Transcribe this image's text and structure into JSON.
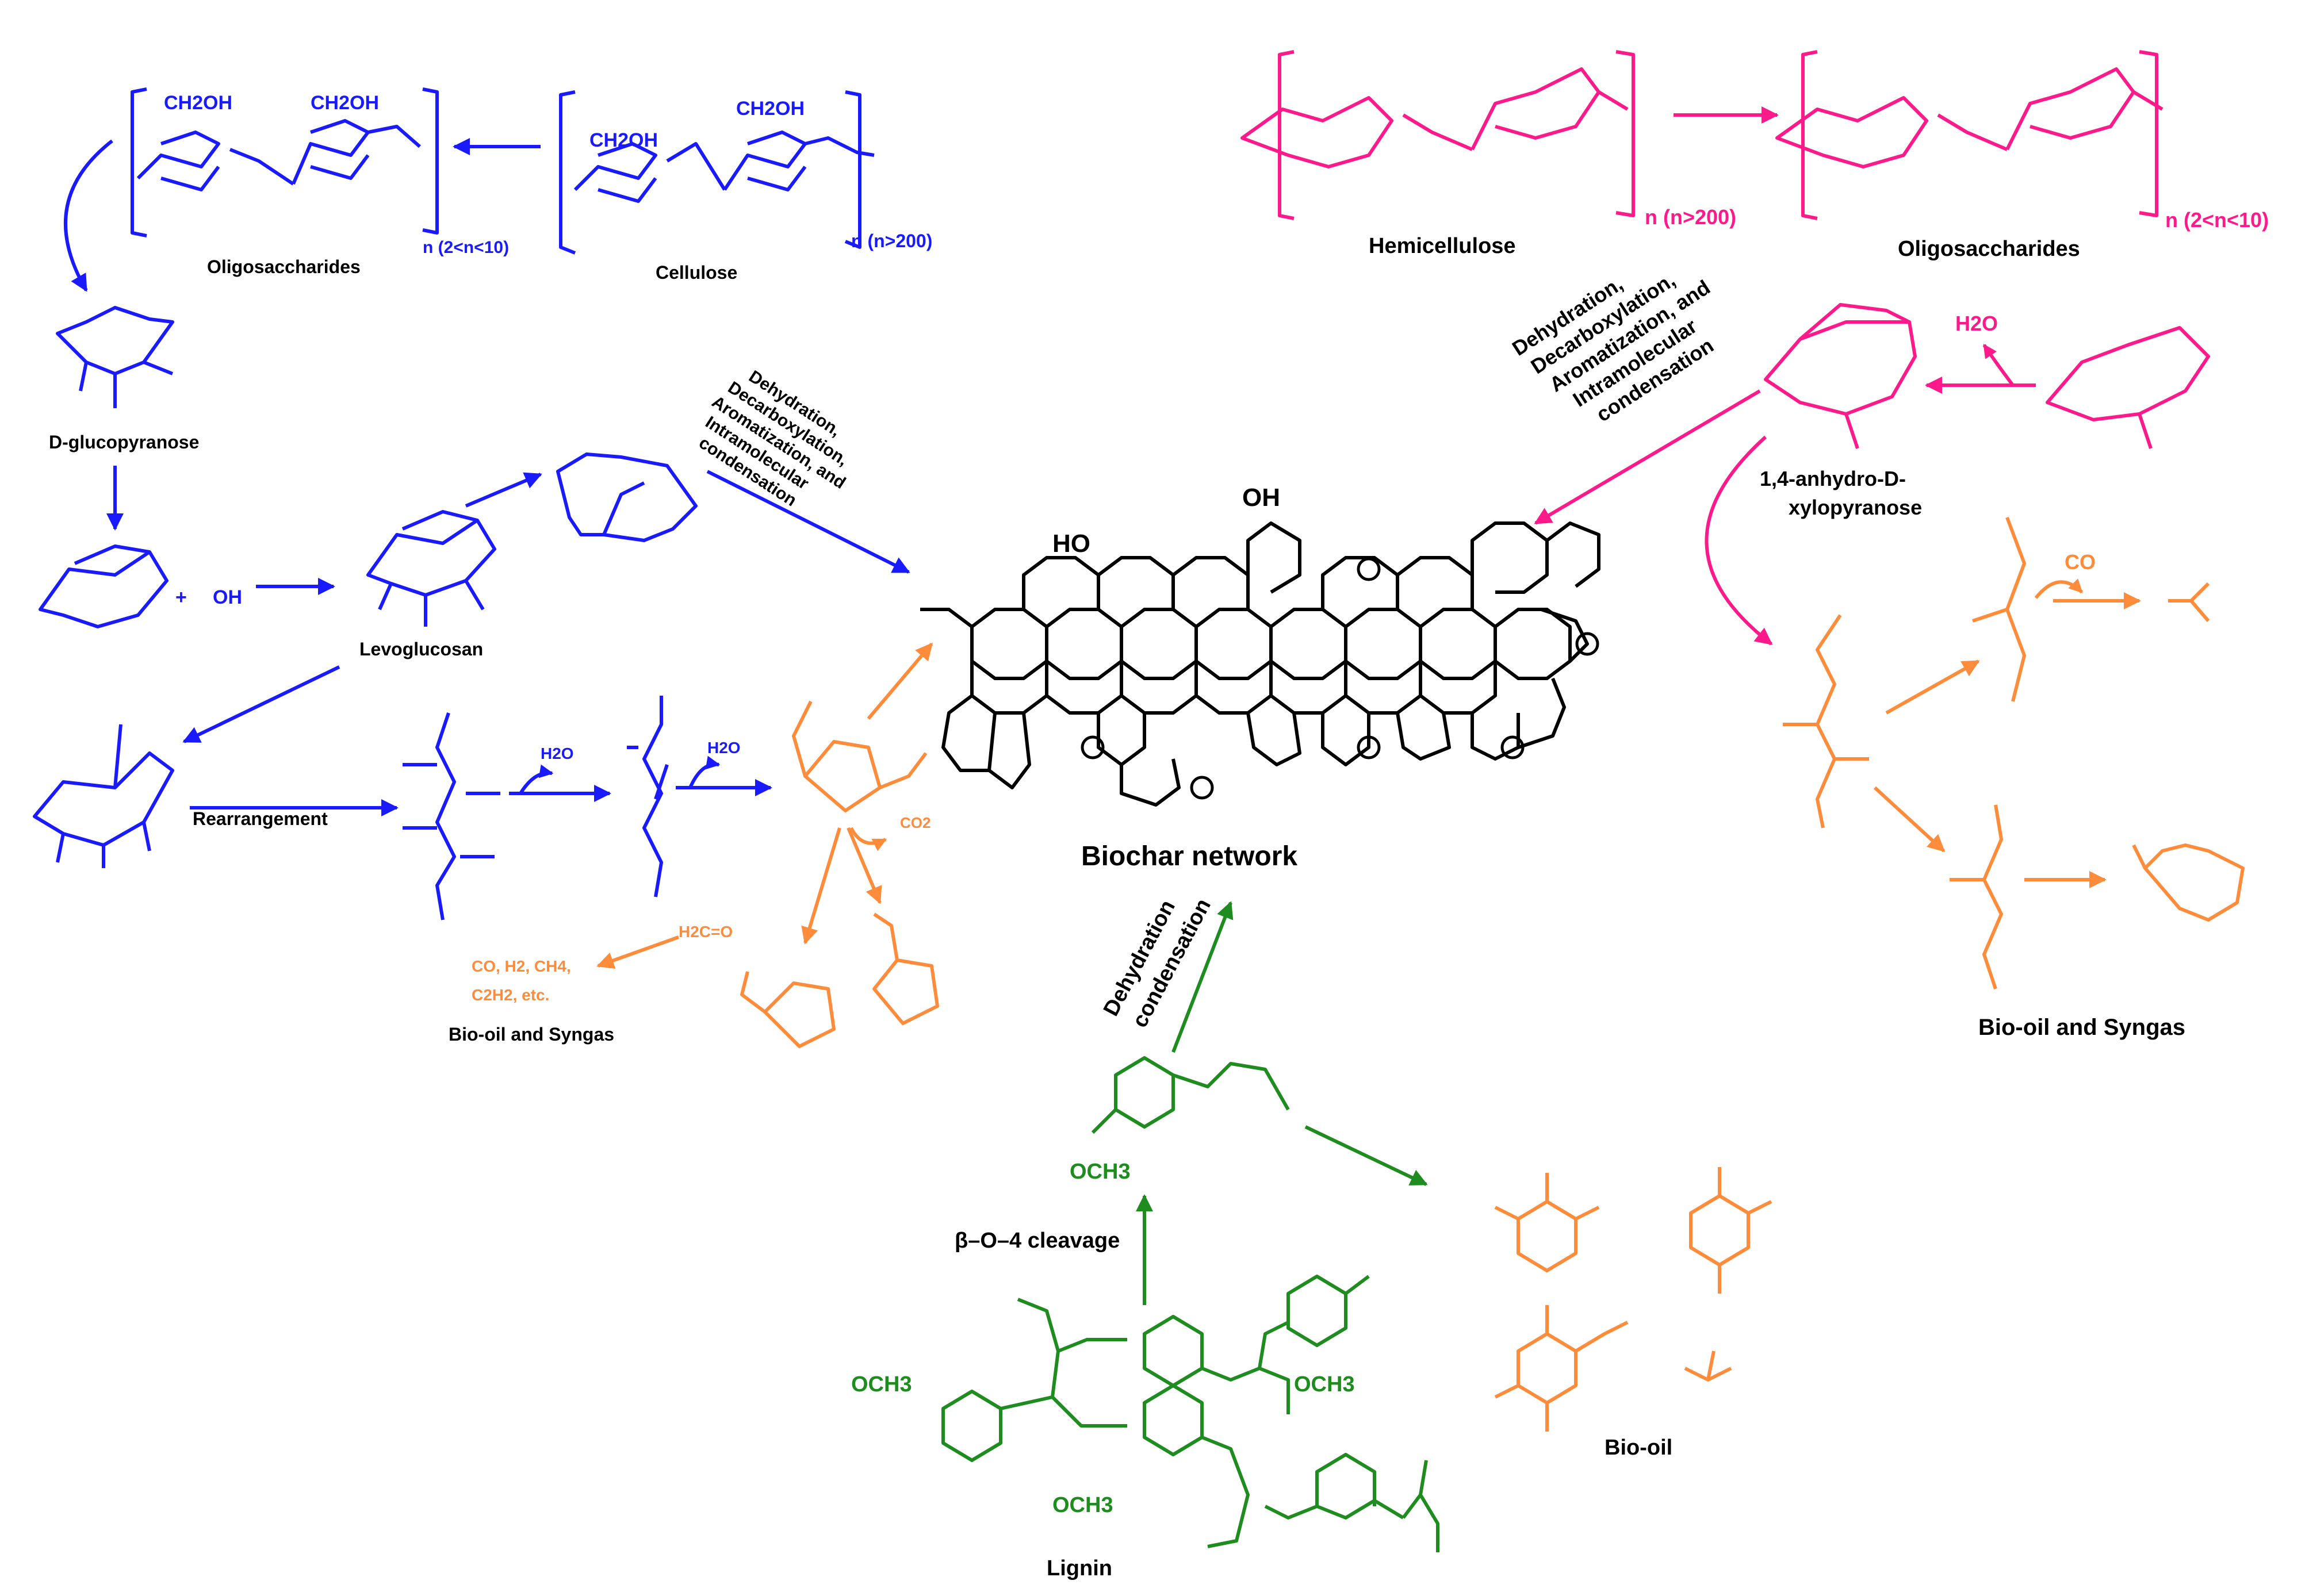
{
  "colors": {
    "cellulose": "#1a1aff",
    "hemicellulose": "#ff1a8c",
    "products": "#ff8c3a",
    "lignin": "#1e8c1e",
    "biochar": "#000000"
  },
  "cellulose": {
    "polymer_label": "Cellulose",
    "polymer_n": "n (n>200)",
    "oligo_label": "Oligosaccharides",
    "oligo_n": "n (2<n<10)",
    "ch2oh": "CH2OH",
    "glucopyranose_label": "D-glucopyranose",
    "levoglucosan_label": "Levoglucosan",
    "oh_radical": "OH",
    "plus": "+",
    "rearrangement_label": "Rearrangement",
    "water": "H2O",
    "co2": "CO2",
    "formaldehyde": "H2C=O",
    "gases_line1": "CO, H2, CH4,",
    "gases_line2": "C2H2, etc.",
    "bio_oil_syngas_label": "Bio-oil and Syngas",
    "reaction_note": [
      "Dehydration,",
      "Decarboxylation,",
      "Aromatization, and",
      "Intramolecular",
      "condensation"
    ]
  },
  "hemicellulose": {
    "polymer_label": "Hemicellulose",
    "polymer_n": "n (n>200)",
    "oligo_label": "Oligosaccharides",
    "oligo_n": "n (2<n<10)",
    "water": "H2O",
    "anhydro_label_line1": "1,4-anhydro-D-",
    "anhydro_label_line2": "xylopyranose",
    "bio_oil_syngas_label": "Bio-oil and Syngas",
    "co": "CO",
    "reaction_note": [
      "Dehydration,",
      "Decarboxylation,",
      "Aromatization, and",
      "Intramolecular",
      "condensation"
    ]
  },
  "biochar": {
    "label": "Biochar network",
    "oh": "OH",
    "ho": "HO"
  },
  "lignin": {
    "label": "Lignin",
    "cleavage_label": "β–O–4 cleavage",
    "condensation_line1": "Dehydration",
    "condensation_line2": "condensation",
    "och3": "OCH3",
    "bio_oil_label": "Bio-oil"
  }
}
